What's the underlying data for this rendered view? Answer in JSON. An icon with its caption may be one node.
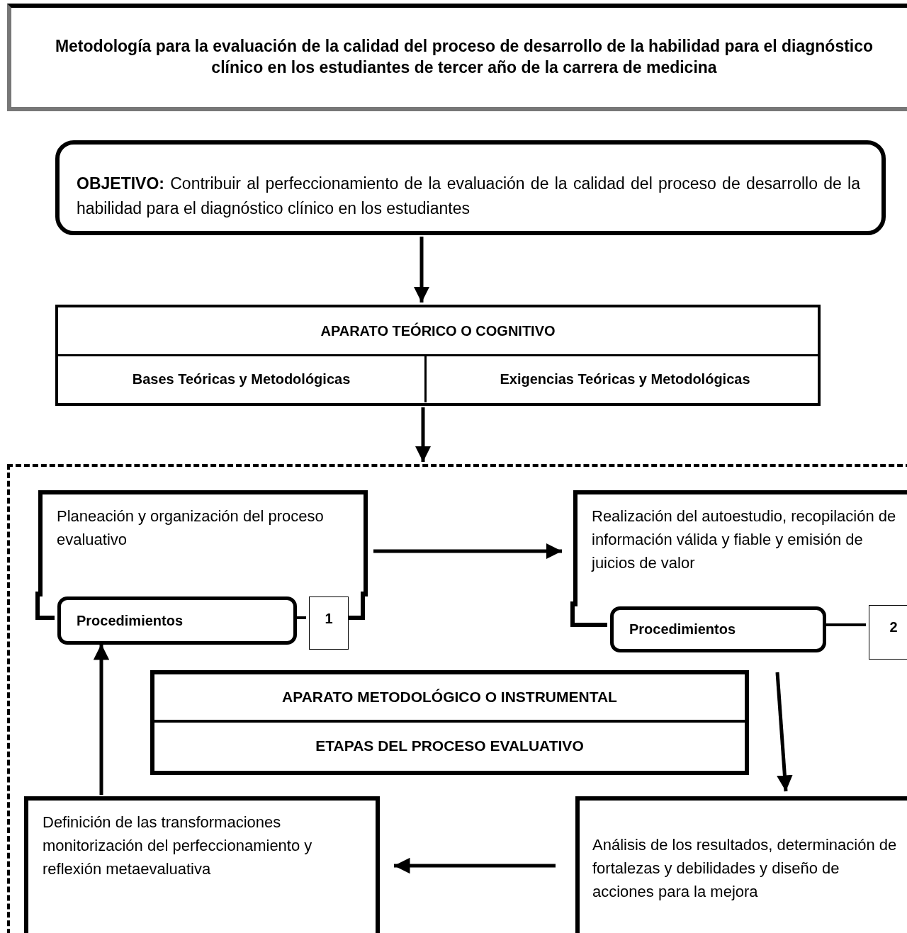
{
  "diagram": {
    "title": "Metodología para la evaluación de la calidad del proceso de desarrollo de la habilidad para el diagnóstico clínico en los estudiantes de tercer año de la carrera de medicina",
    "nodes": [
      {
        "text": [
          "**OBJETIVO:** Contribuir al perfeccionamiento de la evaluación de la calidad del proceso de desarrollo de la habilidad para el diagnóstico clínico en los estudiantes"
        ]
      },
      {
        "text": [
          "APARATO TEÓRICO O COGNITIVO"
        ]
      },
      {
        "text": [
          "Bases Teóricas y Metodológicas"
        ],
        "in": 1
      },
      {
        "text": [
          "Exigencias Teóricas y Metodológicas"
        ],
        "in": 1
      },
      {
        "text": [],
        "shape": "box"
      },
      {
        "text": [
          "Planeación y organización del proceso evaluativo"
        ],
        "in": 4
      },
      {
        "text": [
          "Procedimientos"
        ],
        "in": 4
      },
      {
        "text": [
          "1"
        ],
        "in": 4
      },
      {
        "text": [
          "Realización del autoestudio, recopilación de información válida y fiable  y emisión de juicios de valor"
        ],
        "in": 4
      },
      {
        "text": [
          "Procedimientos"
        ],
        "in": 4
      },
      {
        "text": [
          "2"
        ],
        "in": 4
      },
      {
        "text": [
          "APARATO METODOLÓGICO O INSTRUMENTAL",
          "ETAPAS DEL PROCESO EVALUATIVO"
        ],
        "in": 4
      },
      {
        "text": [
          "Definición de las transformaciones monitorización del perfeccionamiento y reflexión metaevaluativa"
        ],
        "in": 4
      },
      {
        "text": [
          "Análisis de los resultados, determinación de fortalezas y debilidades  y diseño de acciones para la mejora"
        ],
        "in": 4
      }
    ],
    "edges": [
      {
        "from": 0,
        "to": 1,
        "arrow": "to"
      },
      {
        "from": 1,
        "to": 4,
        "arrow": "to"
      },
      {
        "from": 5,
        "to": 8,
        "arrow": "to"
      },
      {
        "from": 9,
        "to": 13,
        "arrow": "to"
      },
      {
        "from": 13,
        "to": 12,
        "arrow": "to"
      },
      {
        "from": 12,
        "to": 6,
        "arrow": "to"
      },
      {
        "from": 6,
        "to": 7,
        "arrow": "none"
      },
      {
        "from": 9,
        "to": 10,
        "arrow": "none"
      }
    ]
  }
}
